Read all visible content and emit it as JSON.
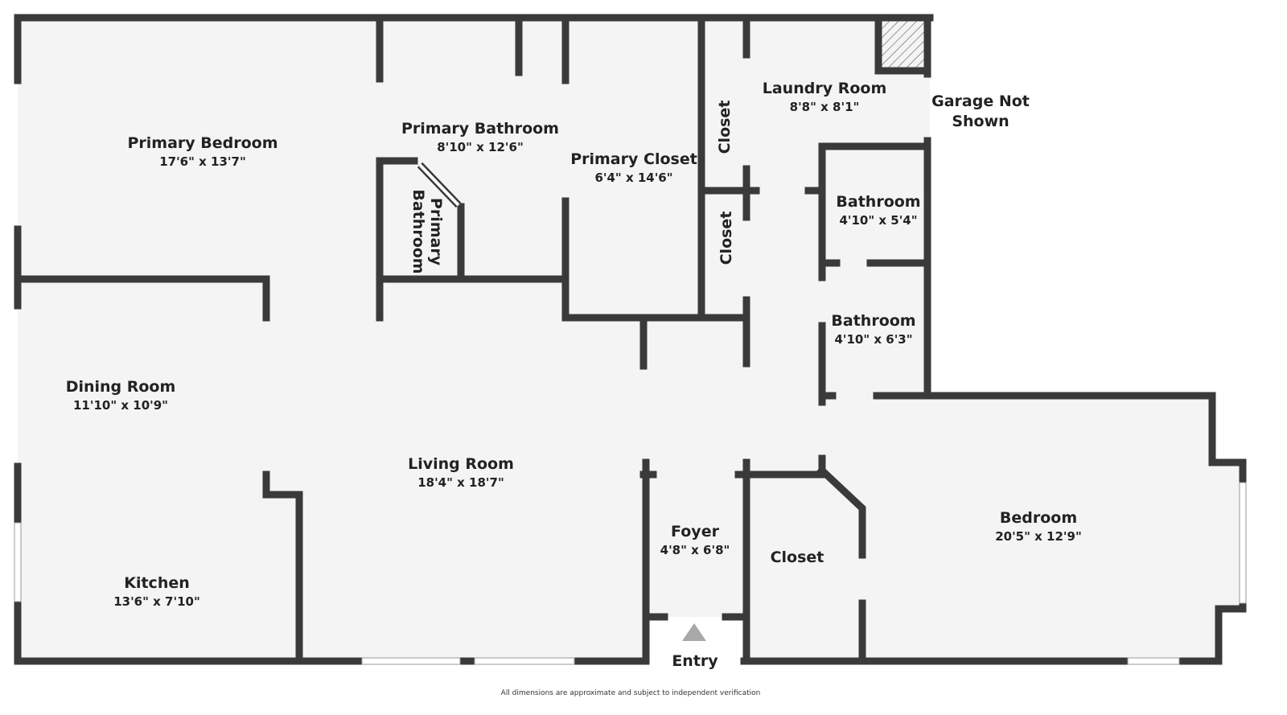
{
  "rooms": [
    {
      "name": "Primary Bedroom",
      "dim": "17'6\" x 13'7\""
    },
    {
      "name": "Primary Bathroom",
      "dim": "8'10\" x 12'6\""
    },
    {
      "name": "Primary Closet",
      "dim": "6'4\" x 14'6\""
    },
    {
      "name": "Laundry Room",
      "dim": "8'8\" x 8'1\""
    },
    {
      "name": "Bathroom",
      "dim": "4'10\" x 5'4\""
    },
    {
      "name": "Bathroom",
      "dim": "4'10\" x 6'3\""
    },
    {
      "name": "Dining Room",
      "dim": "11'10\" x 10'9\""
    },
    {
      "name": "Living Room",
      "dim": "18'4\" x 18'7\""
    },
    {
      "name": "Kitchen",
      "dim": "13'6\" x 7'10\""
    },
    {
      "name": "Foyer",
      "dim": "4'8\" x 6'8\""
    },
    {
      "name": "Bedroom",
      "dim": "20'5\" x 12'9\""
    }
  ],
  "labels": {
    "primary_bathroom_small": [
      "Primary",
      "Bathroom"
    ],
    "closet_1": "Closet",
    "closet_2": "Closet",
    "closet_3": "Closet",
    "garage": [
      "Garage Not",
      "Shown"
    ],
    "entry": "Entry"
  },
  "disclaimer": "All dimensions are approximate and subject to independent verification",
  "colors": {
    "wall": "#3a3a3a",
    "floor": "#f4f4f4",
    "entry_arrow": "#a8a8a8"
  }
}
